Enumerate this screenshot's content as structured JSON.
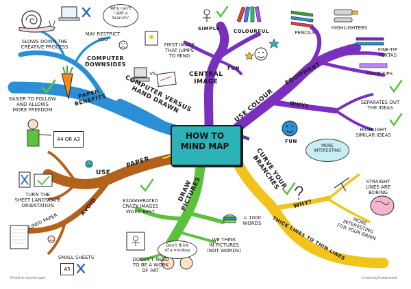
{
  "center": {
    "text": "HOW TO\nMIND MAP"
  },
  "branches": {
    "computer": "COMPUTER VERSUS\nHAND DRAWN",
    "central_image": "CENTRAL\nIMAGE",
    "use_colour": "USE COLOUR",
    "equipment": "EQUIPMENT",
    "why_colour": "WHY?",
    "curve": "CURVE YOUR\nBRANCHES",
    "why_curve": "WHY?",
    "draw": "DRAW\nPICTURES",
    "paper": "PAPER",
    "use": "USE",
    "avoid": "AVOID",
    "paper_benefits": "PAPER\nBENEFITS",
    "computer_downsides": "COMPUTER\nDOWNSIDES",
    "simple": "SIMPLE",
    "colourful": "COLOURFUL",
    "fun_img": "FUN",
    "fun_colour": "FUN",
    "thin_lines": "THICK LINES TO THIN LINES"
  },
  "labels": {
    "slows_down": "SLOWS DOWN THE\nCREATIVE PROCESS",
    "may_restrict": "MAY RESTRICT\nYOU",
    "easier": "EASIER TO FOLLOW\nAND ALLOWS\nMORE FREEDOM",
    "first_image": "FIRST IMAGE\nTHAT JUMPS\nTO MIND",
    "pencils": "PENCILS",
    "highlighters": "HIGHLIGHTERS",
    "fine_tip": "FINE-TIP\nTEXTAS",
    "thick_tips": "THICK TIPS",
    "separates": "SEPARATES OUT\nTHE IDEAS",
    "highlight_similar": "HIGHLIGHT\nSIMILAR IDEAS",
    "more_interesting": "MORE\nINTERESTING",
    "straight_lines": "STRAIGHT\nLINES ARE\nBORING",
    "more_interesting_brain": "MORE\nINTERESTING\nFOR YOUR BRAIN",
    "words_1000": "= 1000\nWORDS",
    "we_think": "WE THINK\nIN PICTURES\n(NOT WORDS)",
    "exaggerated": "EXAGGERATED\nCRAZY IMAGES\nWORK BEST",
    "doesnt_need": "DOESN'T NEED\nTO BE A WORK\nOF ART",
    "turn_sheet": "TURN THE\nSHEET LANDSCAPE\nORIENTATION",
    "lined_paper": "LINED PAPER",
    "small_sheets": "SMALL SHEETS",
    "a4_a3": "A4 OR A3",
    "a5": "A5",
    "vs": "VS"
  },
  "bubbles": {
    "why_cant": "Why can't\nI add a\nbranch?",
    "dont_think": "Don't think\nof a monkey"
  },
  "footer": {
    "left": "Printed on recycled paper",
    "right": "© Learning Fundamentals"
  },
  "colors": {
    "blue": "#2a8fd6",
    "purple": "#7b2fbe",
    "yellow": "#f2c31b",
    "green": "#5cc13c",
    "brown": "#b3621c",
    "center": "#2bb3b8"
  }
}
